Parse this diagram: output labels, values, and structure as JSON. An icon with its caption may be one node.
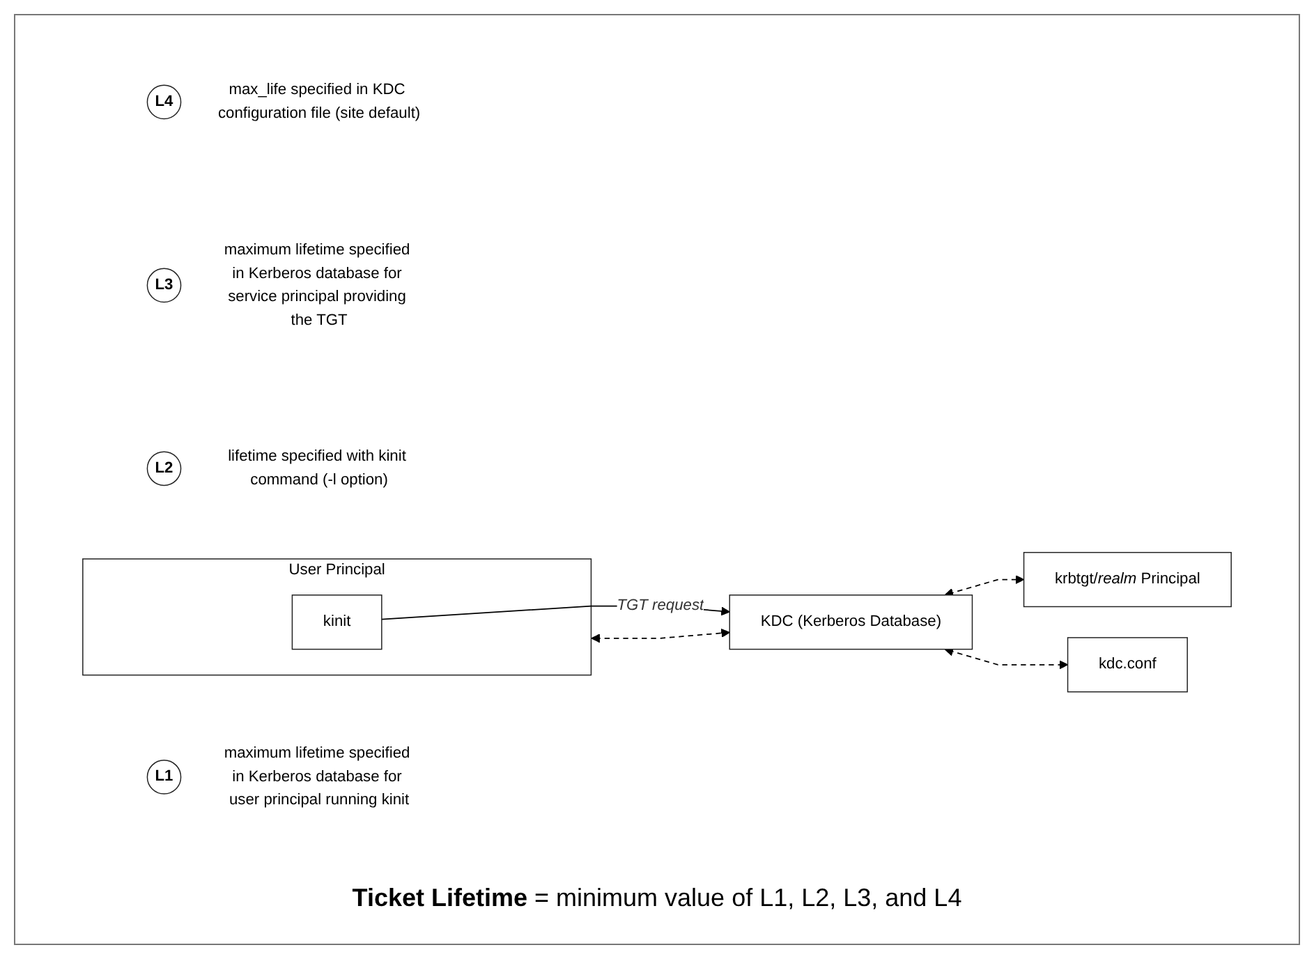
{
  "diagram": {
    "nodes": [
      {
        "text": [
          "L1"
        ],
        "beside": [
          "maximum lifetime specified in Kerberos database for user principal running kinit"
        ]
      },
      {
        "text": [
          "User Principal"
        ]
      },
      {
        "text": [
          "kinit"
        ],
        "in": 1
      },
      {
        "text": [
          "L2"
        ],
        "beside": [
          "lifetime specified with kinit command (-l option)"
        ]
      },
      {
        "text": [
          "KDC (Kerberos Database)"
        ]
      },
      {
        "text": [
          "L3"
        ],
        "beside": [
          "maximum lifetime specified in Kerberos database for service principal providing the TGT"
        ]
      },
      {
        "text": [
          "krbtgt/*realm* Principal"
        ]
      },
      {
        "text": [
          "kdc.conf"
        ]
      },
      {
        "text": [
          "L4"
        ],
        "beside": [
          "max_life specified in KDC configuration file (site default)"
        ]
      }
    ],
    "edges": [
      {
        "from": 2,
        "to": 4,
        "arrow": "to",
        "label": "TGT request"
      },
      {
        "from": 1,
        "to": 4,
        "arrow": "both",
        "style": "dashed"
      },
      {
        "from": 4,
        "to": 6,
        "arrow": "both",
        "style": "dashed"
      },
      {
        "from": 4,
        "to": 7,
        "arrow": "both",
        "style": "dashed"
      }
    ],
    "labels": [
      "**Ticket Lifetime** = minimum value of L1, L2, L3, and L4"
    ]
  }
}
